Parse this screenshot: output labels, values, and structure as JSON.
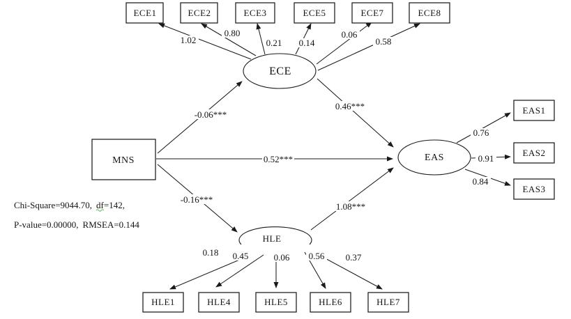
{
  "colors": {
    "background": "#ffffff",
    "ink": "#1a1a1a",
    "spellcheck_underline": "#3fae49"
  },
  "nodes": {
    "mns": "MNS",
    "ece": "ECE",
    "eas": "EAS",
    "hle": "HLE"
  },
  "ece_indicators": [
    {
      "label": "ECE1",
      "loading": "1.02"
    },
    {
      "label": "ECE2",
      "loading": "0.80"
    },
    {
      "label": "ECE3",
      "loading": "0.21"
    },
    {
      "label": "ECE5",
      "loading": "0.14"
    },
    {
      "label": "ECE7",
      "loading": "0.06"
    },
    {
      "label": "ECE8",
      "loading": "0.58"
    }
  ],
  "eas_indicators": [
    {
      "label": "EAS1",
      "loading": "0.76"
    },
    {
      "label": "EAS2",
      "loading": "0.91"
    },
    {
      "label": "EAS3",
      "loading": "0.84"
    }
  ],
  "hle_indicators": [
    {
      "label": "HLE1",
      "loading": "0.18"
    },
    {
      "label": "HLE4",
      "loading": "0.45"
    },
    {
      "label": "HLE5",
      "loading": "0.06"
    },
    {
      "label": "HLE6",
      "loading": "0.56"
    },
    {
      "label": "HLE7",
      "loading": "0.37"
    }
  ],
  "paths": {
    "mns_to_ece": "-0.06***",
    "mns_to_eas": "0.52***",
    "mns_to_hle": "-0.16***",
    "ece_to_eas": "0.46***",
    "hle_to_eas": "1.08***"
  },
  "fit_stats": {
    "chi_square": "Chi-Square=9044.70,",
    "df_label": "df",
    "df_value": "=142,",
    "p_value": "P-value=0.00000,",
    "rmsea": "RMSEA=0.144"
  }
}
